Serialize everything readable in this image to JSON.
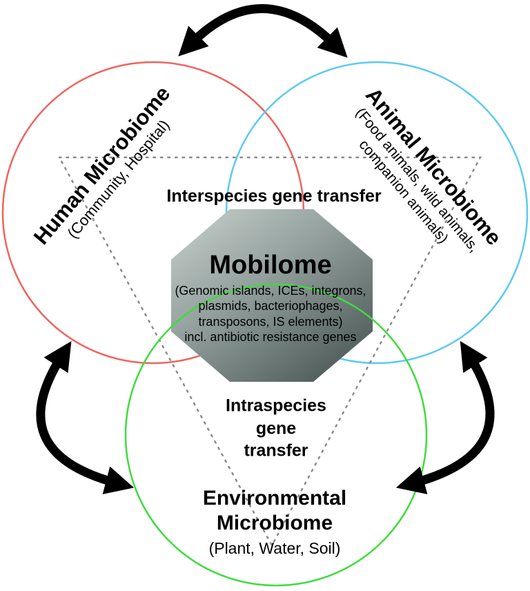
{
  "colors": {
    "human_circle": "#f0635e",
    "animal_circle": "#5cc9f2",
    "environment_circle": "#3edc3e",
    "arrow": "#000000",
    "dashed_line": "#8a8a8a",
    "octagon_light": "#c9d1ce",
    "octagon_mid": "#93a09d",
    "octagon_dark": "#4b5856"
  },
  "human": {
    "title": "Human Microbiome",
    "subtitle": "(Community, Hospital)"
  },
  "animal": {
    "title": "Animal Microbiome",
    "subtitle_line1": "(Food animals, wild animals,",
    "subtitle_line2": "companion animals)"
  },
  "environment": {
    "title_line1": "Environmental",
    "title_line2": "Microbiome",
    "subtitle": "(Plant, Water, Soil)"
  },
  "mobilome": {
    "title": "Mobilome",
    "line1": "(Genomic islands, ICEs, integrons,",
    "line2": "plasmids, bacteriophages,",
    "line3": "transposons, IS elements)",
    "line4": "incl. antibiotic resistance genes"
  },
  "transfer": {
    "interspecies": "Interspecies gene transfer",
    "intraspecies_line1": "Intraspecies",
    "intraspecies_line2": "gene",
    "intraspecies_line3": "transfer"
  }
}
